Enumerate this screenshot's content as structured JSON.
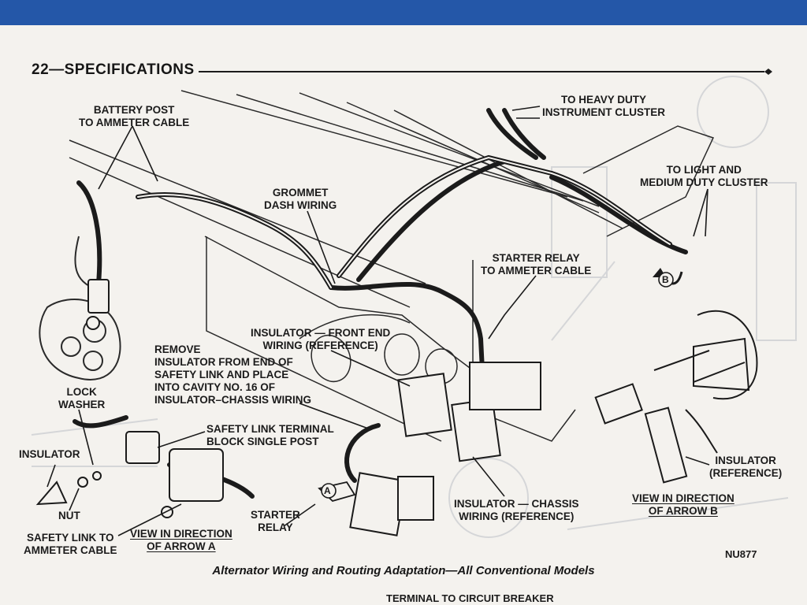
{
  "header": {
    "title": "22—SPECIFICATIONS"
  },
  "labels": {
    "battery_post": "BATTERY POST\nTO AMMETER CABLE",
    "grommet": "GROMMET\nDASH WIRING",
    "heavy_duty": "TO HEAVY DUTY\nINSTRUMENT CLUSTER",
    "light_medium": "TO LIGHT AND\nMEDIUM DUTY CLUSTER",
    "starter_relay_cable": "STARTER RELAY\nTO AMMETER CABLE",
    "insulator_front": "INSULATOR — FRONT END\nWIRING (REFERENCE)",
    "remove_insulator": "REMOVE\nINSULATOR FROM END OF\nSAFETY LINK AND PLACE\nINTO CAVITY NO. 16 OF\nINSULATOR–CHASSIS WIRING",
    "lock_washer": "LOCK\nWASHER",
    "insulator": "INSULATOR",
    "nut": "NUT",
    "safety_link_terminal": "SAFETY LINK TERMINAL\nBLOCK SINGLE POST",
    "starter_relay": "STARTER\nRELAY",
    "safety_link_ammeter": "SAFETY LINK TO\nAMMETER CABLE",
    "view_a": "VIEW IN DIRECTION\nOF ARROW A",
    "insulator_chassis": "INSULATOR — CHASSIS\nWIRING (REFERENCE)",
    "view_b": "VIEW IN DIRECTION\nOF ARROW B",
    "insulator_ref": "INSULATOR\n(REFERENCE)",
    "arrow_a": "A",
    "arrow_b": "B",
    "figure_number": "NU877",
    "terminal_breaker": "TERMINAL TO CIRCUIT BREAKER"
  },
  "caption": "Alternator Wiring and Routing Adaptation—All Conventional Models"
}
